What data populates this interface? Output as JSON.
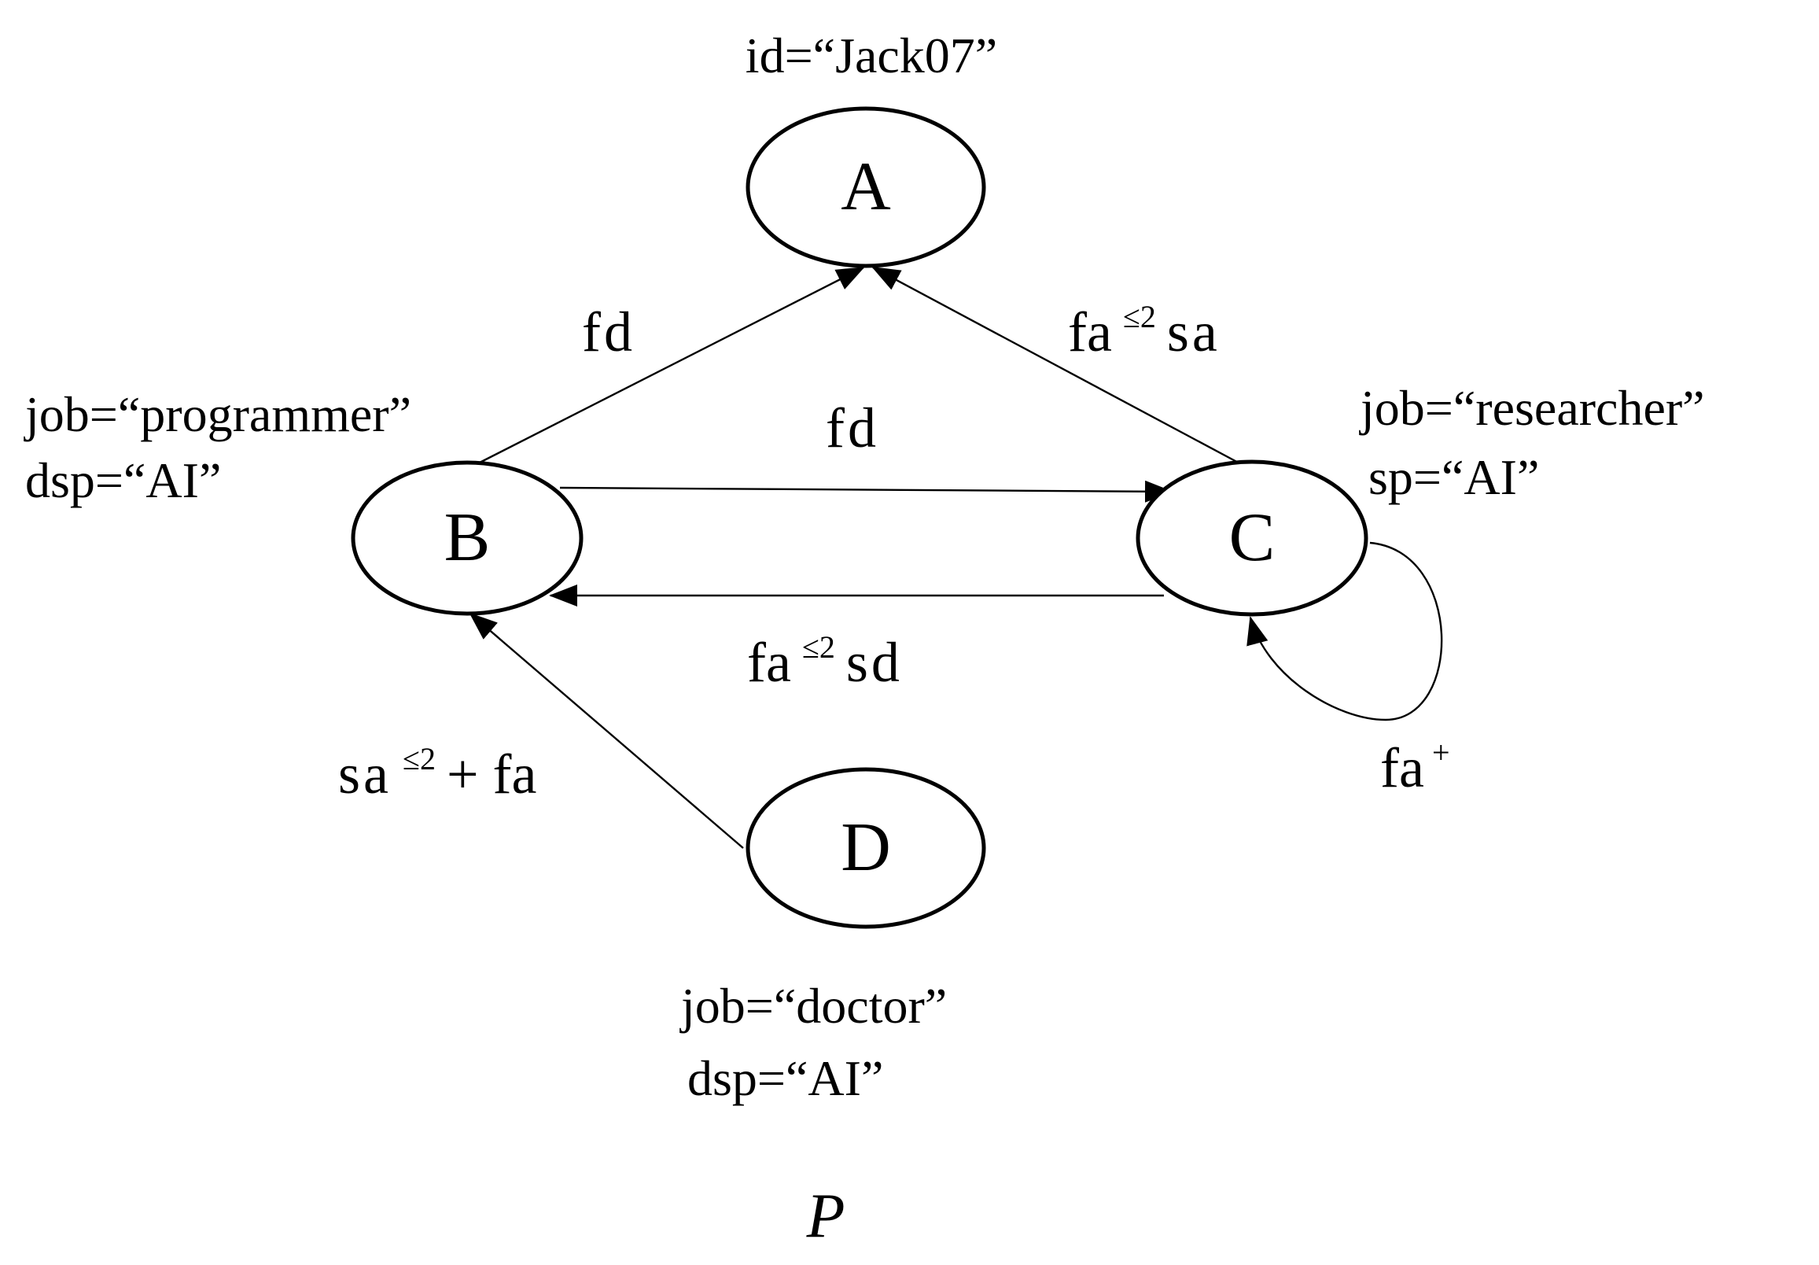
{
  "diagram": {
    "caption": "P",
    "nodes": {
      "A": {
        "label": "A",
        "attrs": [
          "id=“Jack07”"
        ]
      },
      "B": {
        "label": "B",
        "attrs": [
          "job=“programmer”",
          "dsp=“AI”"
        ]
      },
      "C": {
        "label": "C",
        "attrs": [
          "job=“researcher”",
          "sp=“AI”"
        ]
      },
      "D": {
        "label": "D",
        "attrs": [
          "job=“doctor”",
          "dsp=“AI”"
        ]
      }
    },
    "edges": {
      "b_to_a": {
        "from": "B",
        "to": "A",
        "base": "fd"
      },
      "c_to_a": {
        "from": "C",
        "to": "A",
        "base1": "fa",
        "sup": "≤2",
        "base2": "sa"
      },
      "b_to_c": {
        "from": "B",
        "to": "C",
        "base": "fd"
      },
      "c_to_b": {
        "from": "C",
        "to": "B",
        "base1": "fa",
        "sup": "≤2",
        "base2": "sd"
      },
      "d_to_b": {
        "from": "D",
        "to": "B",
        "base1": "sa",
        "sup": "≤2",
        "base2": "+ fa"
      },
      "c_to_c": {
        "from": "C",
        "to": "C",
        "base": "fa",
        "sup": "+"
      }
    }
  }
}
